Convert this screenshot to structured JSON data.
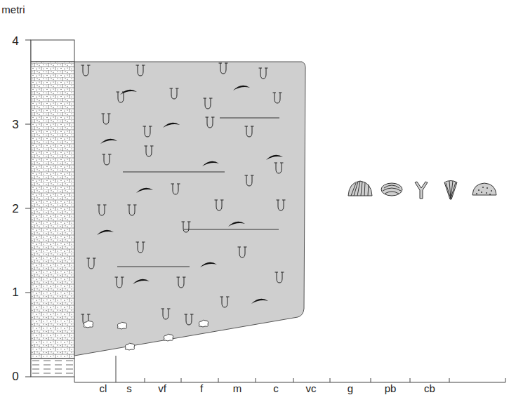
{
  "diagram": {
    "labels": [
      "metri",
      "4",
      "3",
      "2",
      "1",
      "0",
      "cl",
      "s",
      "vf",
      "f",
      "m",
      "c",
      "vc",
      "g",
      "pb",
      "cb"
    ]
  }
}
